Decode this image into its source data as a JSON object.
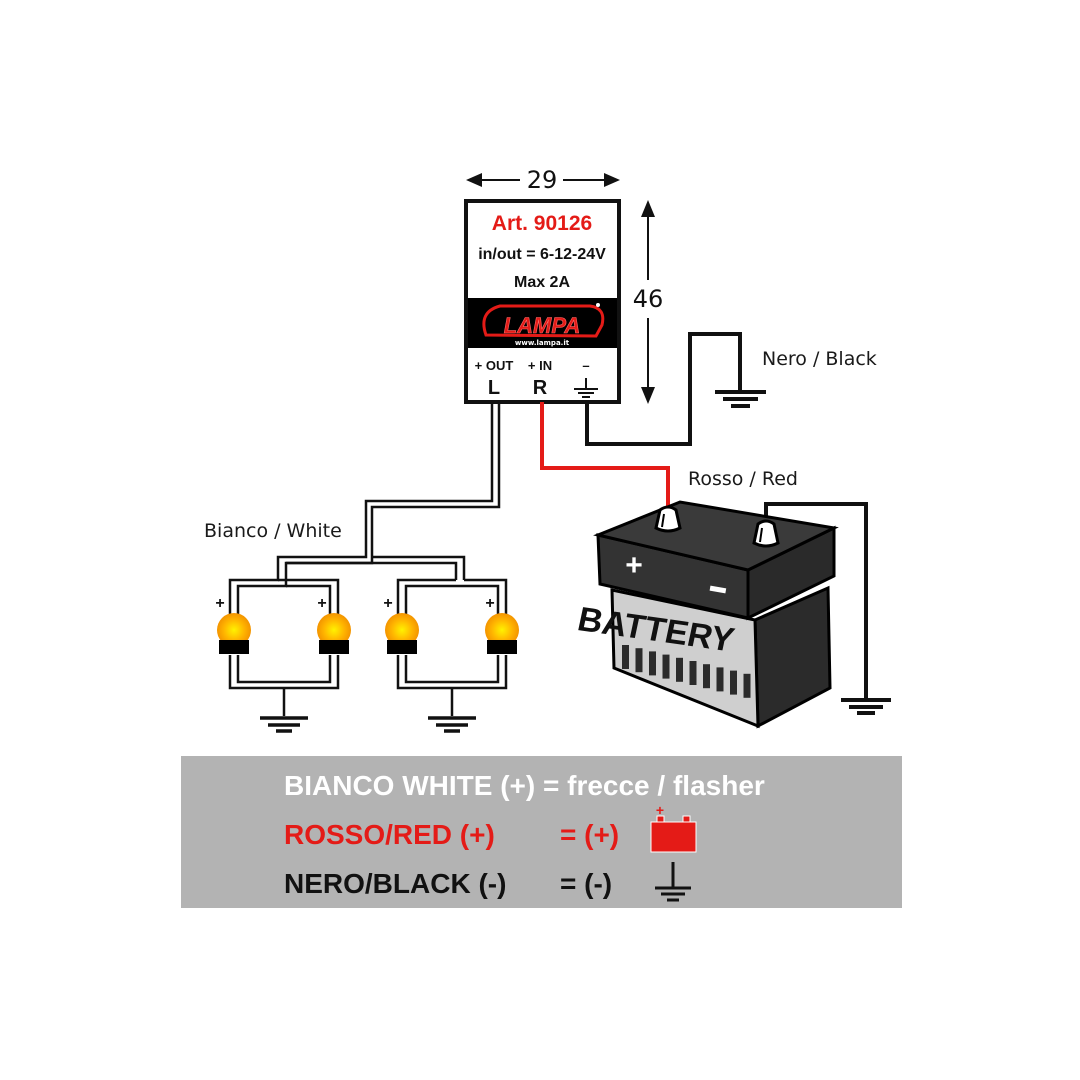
{
  "module": {
    "article": "Art. 90126",
    "voltage": "in/out = 6-12-24V",
    "max_current": "Max 2A",
    "brand": "LAMPA",
    "brand_url": "www.lampa.it",
    "terminals": [
      {
        "top": "+ OUT",
        "letter": "L"
      },
      {
        "top": "+ IN",
        "letter": "R"
      },
      {
        "top": "–",
        "letter": "ground"
      }
    ],
    "width_dimension": "29",
    "height_dimension": "46"
  },
  "labels": {
    "black_wire": "Nero / Black",
    "red_wire": "Rosso / Red",
    "white_wire": "Bianco / White",
    "bulb_plus": "+"
  },
  "battery": {
    "label": "BATTERY",
    "plus": "+",
    "minus": "–"
  },
  "legend": {
    "rows": [
      {
        "text": "BIANCO WHITE (+) = frecce / flasher",
        "color": "#ffffff"
      },
      {
        "text": "ROSSO/RED (+)",
        "value": "= (+)",
        "icon": "battery-icon",
        "color": "#e41b17"
      },
      {
        "text": "NERO/BLACK (-)",
        "value": "= (-)",
        "icon": "ground-icon",
        "color": "#111111"
      }
    ],
    "background": "#b3b3b3"
  },
  "colors": {
    "red_wire": "#e41b17",
    "bulb": "#f7a400",
    "bulb_center": "#ffe600"
  }
}
